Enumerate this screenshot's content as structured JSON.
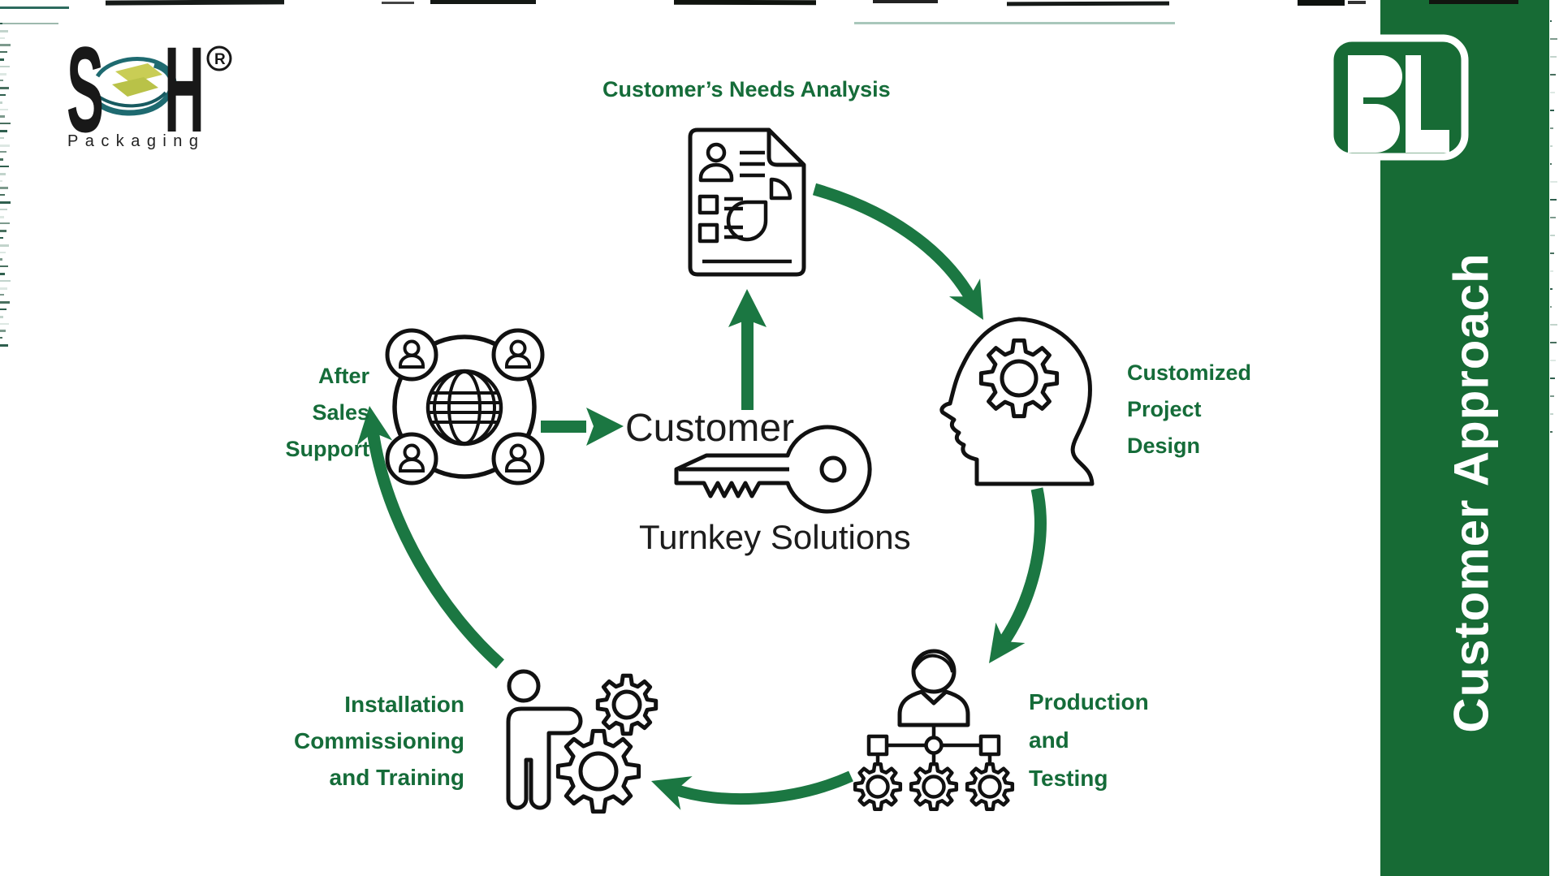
{
  "colors": {
    "green_text": "#156C39",
    "green_arrow": "#1B7742",
    "sidebar_green": "#176B35",
    "ink": "#111111",
    "swirl_teal": "#1E6A70",
    "package_yellow": "#C5C94F"
  },
  "sh_logo": {
    "s": "S",
    "h": "H",
    "registered": "R",
    "subtitle": "Packaging"
  },
  "bl_logo": {
    "text": "BL"
  },
  "sidebar": {
    "vertical_title": "Customer Approach"
  },
  "center": {
    "title": "Customer",
    "subtitle": "Turnkey Solutions"
  },
  "steps": {
    "needs": {
      "label": "Customer’s Needs Analysis"
    },
    "design": {
      "lines": [
        "Customized",
        "Project",
        "Design"
      ]
    },
    "production": {
      "lines": [
        "Production",
        "and",
        "Testing"
      ]
    },
    "installation": {
      "lines": [
        "Installation",
        "Commissioning",
        "and Training"
      ]
    },
    "after_sales": {
      "lines": [
        "After",
        "Sales",
        "Support"
      ]
    }
  }
}
